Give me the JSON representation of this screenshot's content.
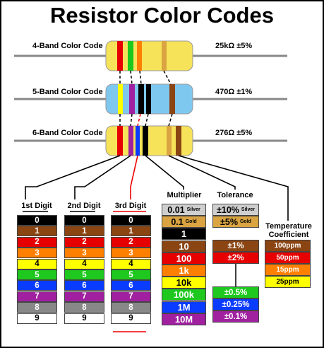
{
  "title": "Resistor Color Codes",
  "resistors": [
    {
      "label": "4-Band Color Code",
      "value": "25kΩ ±5%"
    },
    {
      "label": "5-Band Color Code",
      "value": "470Ω ±1%"
    },
    {
      "label": "6-Band Color Code",
      "value": "276Ω ±5%"
    }
  ],
  "colors": {
    "black": "#000000",
    "brown": "#8b4513",
    "red": "#e60000",
    "orange": "#ff8000",
    "yellow": "#ffff00",
    "green": "#1ec81e",
    "blue": "#0a3cff",
    "violet": "#a020a0",
    "gray": "#888888",
    "white": "#ffffff",
    "gold": "#d9a441",
    "silver": "#cfcfcf",
    "body_tan": "#f7e35a",
    "body_blue": "#7ec8f0"
  },
  "digit_columns": [
    {
      "heading": "1st Digit"
    },
    {
      "heading": "2nd Digit"
    },
    {
      "heading": "3rd Digit"
    }
  ],
  "digits": [
    "0",
    "1",
    "2",
    "3",
    "4",
    "5",
    "6",
    "7",
    "8",
    "9"
  ],
  "multiplier": {
    "heading": "Multiplier",
    "rows": [
      {
        "value": "0.01",
        "suffix": "Silver"
      },
      {
        "value": "0.1",
        "suffix": "Gold"
      },
      {
        "value": "1",
        "suffix": ""
      },
      {
        "value": "10",
        "suffix": ""
      },
      {
        "value": "100",
        "suffix": ""
      },
      {
        "value": "1k",
        "suffix": ""
      },
      {
        "value": "10k",
        "suffix": ""
      },
      {
        "value": "100k",
        "suffix": ""
      },
      {
        "value": "1M",
        "suffix": ""
      },
      {
        "value": "10M",
        "suffix": ""
      }
    ]
  },
  "tolerance": {
    "heading": "Tolerance",
    "rows": [
      {
        "value": "±10%",
        "suffix": "Silver"
      },
      {
        "value": "±5%",
        "suffix": "Gold"
      },
      {
        "value": "±1%",
        "suffix": ""
      },
      {
        "value": "±2%",
        "suffix": ""
      },
      {
        "value": "±0.5%",
        "suffix": ""
      },
      {
        "value": "±0.25%",
        "suffix": ""
      },
      {
        "value": "±0.1%",
        "suffix": ""
      }
    ]
  },
  "temperature": {
    "heading_line1": "Temperature",
    "heading_line2": "Coefficient",
    "rows": [
      "100ppm",
      "50ppm",
      "15ppm",
      "25ppm"
    ]
  }
}
